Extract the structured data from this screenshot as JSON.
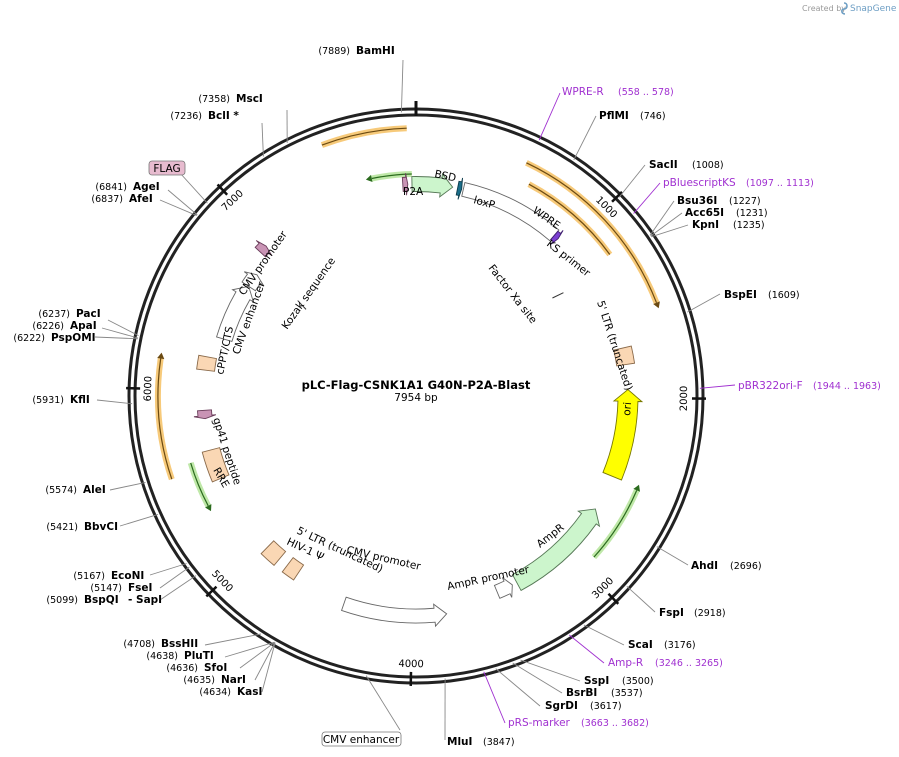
{
  "app": {
    "brand_prefix": "Created by",
    "brand_name": "SnapGene",
    "logo_icon": "snapgene-logo-icon"
  },
  "plasmid": {
    "name": "pLC-Flag-CSNK1A1 G40N-P2A-Blast",
    "length_label": "7954 bp",
    "total_bp": 7954
  },
  "ticks": [
    {
      "bp": 1000,
      "label": "1000"
    },
    {
      "bp": 2000,
      "label": "2000"
    },
    {
      "bp": 3000,
      "label": "3000"
    },
    {
      "bp": 4000,
      "label": "4000"
    },
    {
      "bp": 5000,
      "label": "5000"
    },
    {
      "bp": 6000,
      "label": "6000"
    },
    {
      "bp": 7000,
      "label": "7000"
    }
  ],
  "sites": [
    {
      "name": "BamHI",
      "pos": "(7889)",
      "side": "L"
    },
    {
      "name": "MscI",
      "pos": "(7358)",
      "side": "L"
    },
    {
      "name": "BclI *",
      "pos": "(7236)",
      "side": "L"
    },
    {
      "name": "AgeI",
      "pos": "(6841)",
      "side": "L"
    },
    {
      "name": "AfeI",
      "pos": "(6837)",
      "side": "L"
    },
    {
      "name": "PacI",
      "pos": "(6237)",
      "side": "L"
    },
    {
      "name": "ApaI",
      "pos": "(6226)",
      "side": "L"
    },
    {
      "name": "PspOMI",
      "pos": "(6222)",
      "side": "L"
    },
    {
      "name": "KflI",
      "pos": "(5931)",
      "side": "L"
    },
    {
      "name": "AleI",
      "pos": "(5574)",
      "side": "L"
    },
    {
      "name": "BbvCI",
      "pos": "(5421)",
      "side": "L"
    },
    {
      "name": "EcoNI",
      "pos": "(5167)",
      "side": "L"
    },
    {
      "name": "FseI",
      "pos": "(5147)",
      "side": "L"
    },
    {
      "name": "BspQI",
      "pos": "(5099)",
      "side": "L"
    },
    {
      "name": "- SapI",
      "pos": "",
      "side": "R"
    },
    {
      "name": "BssHII",
      "pos": "(4708)",
      "side": "L"
    },
    {
      "name": "PluTI",
      "pos": "(4638)",
      "side": "L"
    },
    {
      "name": "SfoI",
      "pos": "(4636)",
      "side": "L"
    },
    {
      "name": "NarI",
      "pos": "(4635)",
      "side": "L"
    },
    {
      "name": "KasI",
      "pos": "(4634)",
      "side": "L"
    },
    {
      "name": "MluI",
      "pos": "(3847)",
      "side": "R"
    },
    {
      "name": "SgrDI",
      "pos": "(3617)",
      "side": "R"
    },
    {
      "name": "BsrBI",
      "pos": "(3537)",
      "side": "R"
    },
    {
      "name": "SspI",
      "pos": "(3500)",
      "side": "R"
    },
    {
      "name": "ScaI",
      "pos": "(3176)",
      "side": "R"
    },
    {
      "name": "FspI",
      "pos": "(2918)",
      "side": "R"
    },
    {
      "name": "AhdI",
      "pos": "(2696)",
      "side": "R"
    },
    {
      "name": "BspEI",
      "pos": "(1609)",
      "side": "R"
    },
    {
      "name": "KpnI",
      "pos": "(1235)",
      "side": "R"
    },
    {
      "name": "Acc65I",
      "pos": "(1231)",
      "side": "R"
    },
    {
      "name": "Bsu36I",
      "pos": "(1227)",
      "side": "R"
    },
    {
      "name": "SacII",
      "pos": "(1008)",
      "side": "R"
    },
    {
      "name": "PflMI",
      "pos": "(746)",
      "side": "R"
    }
  ],
  "primers": [
    {
      "name": "WPRE-R",
      "range": "(558 .. 578)"
    },
    {
      "name": "pBluescriptKS",
      "range": "(1097 .. 1113)"
    },
    {
      "name": "pBR322ori-F",
      "range": "(1944 .. 1963)"
    },
    {
      "name": "Amp-R",
      "range": "(3246 .. 3265)"
    },
    {
      "name": "pRS-marker",
      "range": "(3663 .. 3682)"
    }
  ],
  "features": [
    {
      "label": "BSD",
      "color": "#ccf5cc"
    },
    {
      "label": "P2A",
      "color": "#c994b5"
    },
    {
      "label": "loxP",
      "color": "#1a6e8a"
    },
    {
      "label": "WPRE",
      "color": "#ffffff"
    },
    {
      "label": "KS primer",
      "color": "#7b3fd1"
    },
    {
      "label": "Factor Xa site",
      "color": "#ffffff"
    },
    {
      "label": "5' LTR (truncated)",
      "color": "#fad7b4"
    },
    {
      "label": "ori",
      "color": "#ffff00"
    },
    {
      "label": "AmpR",
      "color": "#ccf5cc"
    },
    {
      "label": "AmpR promoter",
      "color": "#ffffff"
    },
    {
      "label": "CMV promoter",
      "color": "#ffffff"
    },
    {
      "label": "HIV-1 Ψ",
      "color": "#fad7b4"
    },
    {
      "label": "5' LTR (truncated)",
      "color": "#fad7b4"
    },
    {
      "label": "RRE",
      "color": "#fad7b4"
    },
    {
      "label": "gp41 peptide",
      "color": "#c994b5"
    },
    {
      "label": "cPPT/CTS",
      "color": "#fad7b4"
    },
    {
      "label": "CMV enhancer",
      "color": "#ffffff"
    },
    {
      "label": "CMV promoter",
      "color": "#ffffff"
    },
    {
      "label": "Kozak sequence",
      "color": "#ffffff"
    }
  ],
  "boxed_labels": {
    "flag": "FLAG",
    "cmv_enhancer": "CMV enhancer"
  },
  "colors": {
    "backbone": "#222222",
    "primer": "#a030d0",
    "orf_arc": "#f4b342",
    "green_arc": "#4fb33a",
    "feature_outline": "#666666"
  }
}
